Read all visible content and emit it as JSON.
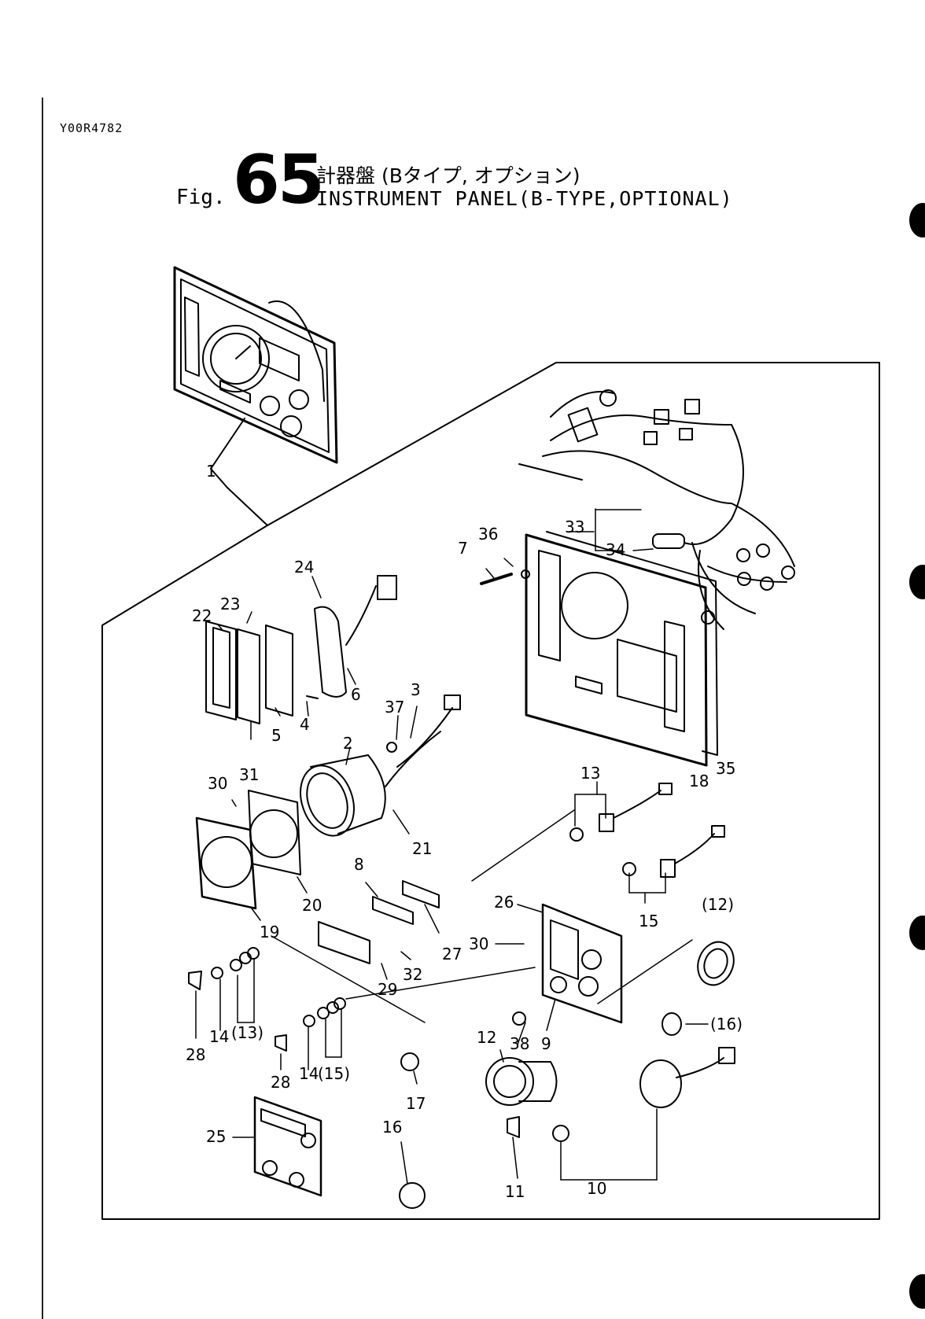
{
  "document_code": "Y00R4782",
  "figure": {
    "prefix": "Fig.",
    "number": "65",
    "title_jp": "計器盤 (Bタイプ, オプション)",
    "title_en": "INSTRUMENT PANEL(B-TYPE,OPTIONAL)"
  },
  "callouts": [
    {
      "id": "c1",
      "label": "1"
    },
    {
      "id": "c2",
      "label": "2"
    },
    {
      "id": "c3",
      "label": "3"
    },
    {
      "id": "c4",
      "label": "4"
    },
    {
      "id": "c5",
      "label": "5"
    },
    {
      "id": "c6",
      "label": "6"
    },
    {
      "id": "c7",
      "label": "7"
    },
    {
      "id": "c8",
      "label": "8"
    },
    {
      "id": "c9",
      "label": "9"
    },
    {
      "id": "c10",
      "label": "10"
    },
    {
      "id": "c11",
      "label": "11"
    },
    {
      "id": "c12",
      "label": "12"
    },
    {
      "id": "c12p",
      "label": "(12)"
    },
    {
      "id": "c13",
      "label": "13"
    },
    {
      "id": "c13p",
      "label": "(13)"
    },
    {
      "id": "c14a",
      "label": "14"
    },
    {
      "id": "c14b",
      "label": "14"
    },
    {
      "id": "c15",
      "label": "15"
    },
    {
      "id": "c15p",
      "label": "(15)"
    },
    {
      "id": "c16",
      "label": "16"
    },
    {
      "id": "c16p",
      "label": "(16)"
    },
    {
      "id": "c17",
      "label": "17"
    },
    {
      "id": "c18",
      "label": "18"
    },
    {
      "id": "c19",
      "label": "19"
    },
    {
      "id": "c20",
      "label": "20"
    },
    {
      "id": "c21",
      "label": "21"
    },
    {
      "id": "c22",
      "label": "22"
    },
    {
      "id": "c23",
      "label": "23"
    },
    {
      "id": "c24",
      "label": "24"
    },
    {
      "id": "c25",
      "label": "25"
    },
    {
      "id": "c26",
      "label": "26"
    },
    {
      "id": "c27",
      "label": "27"
    },
    {
      "id": "c28a",
      "label": "28"
    },
    {
      "id": "c28b",
      "label": "28"
    },
    {
      "id": "c29",
      "label": "29"
    },
    {
      "id": "c30a",
      "label": "30"
    },
    {
      "id": "c30b",
      "label": "30"
    },
    {
      "id": "c31",
      "label": "31"
    },
    {
      "id": "c32",
      "label": "32"
    },
    {
      "id": "c33",
      "label": "33"
    },
    {
      "id": "c34",
      "label": "34"
    },
    {
      "id": "c35",
      "label": "35"
    },
    {
      "id": "c36",
      "label": "36"
    },
    {
      "id": "c37",
      "label": "37"
    },
    {
      "id": "c38",
      "label": "38"
    }
  ]
}
